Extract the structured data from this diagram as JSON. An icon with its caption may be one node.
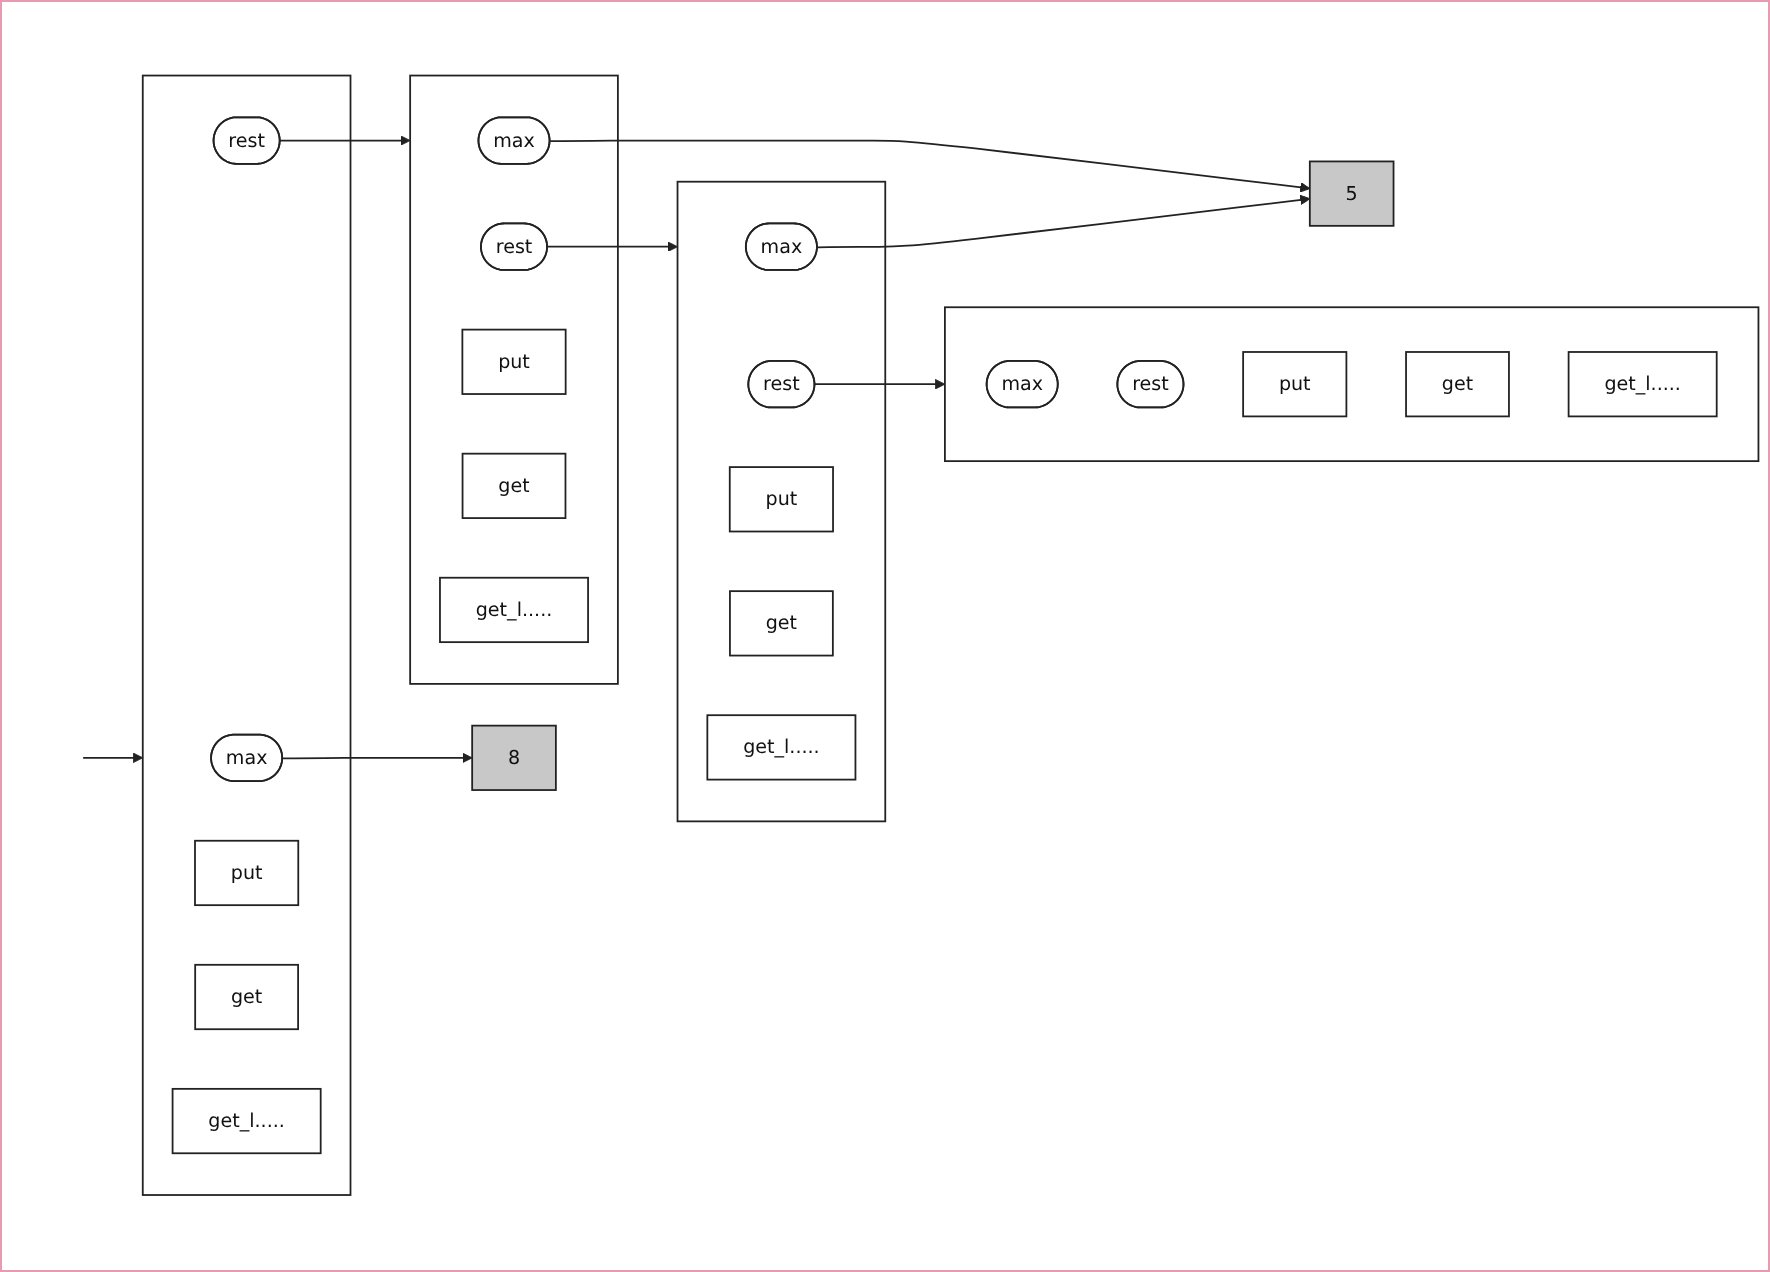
{
  "diagram": {
    "nodes": [
      {
        "text": [
          "8"
        ]
      },
      {
        "text": [
          "5"
        ]
      },
      {
        "text": [],
        "shape": "box"
      },
      {
        "text": [
          "max"
        ],
        "in": 2
      },
      {
        "text": [
          "rest"
        ],
        "in": 2
      },
      {
        "text": [
          "put"
        ],
        "in": 2
      },
      {
        "text": [
          "get"
        ],
        "in": 2
      },
      {
        "text": [
          "get_l....."
        ],
        "in": 2
      },
      {
        "text": [],
        "shape": "box"
      },
      {
        "text": [
          "max"
        ],
        "in": 8
      },
      {
        "text": [
          "rest"
        ],
        "in": 8
      },
      {
        "text": [
          "put"
        ],
        "in": 8
      },
      {
        "text": [
          "get"
        ],
        "in": 8
      },
      {
        "text": [
          "get_l....."
        ],
        "in": 8
      },
      {
        "text": [],
        "shape": "box"
      },
      {
        "text": [
          "max"
        ],
        "in": 14
      },
      {
        "text": [
          "rest"
        ],
        "in": 14
      },
      {
        "text": [
          "put"
        ],
        "in": 14
      },
      {
        "text": [
          "get"
        ],
        "in": 14
      },
      {
        "text": [
          "get_l....."
        ],
        "in": 14
      },
      {
        "text": [],
        "shape": "box"
      },
      {
        "text": [
          "max"
        ],
        "in": 20
      },
      {
        "text": [
          "rest"
        ],
        "in": 20
      },
      {
        "text": [
          "put"
        ],
        "in": 20
      },
      {
        "text": [
          "get"
        ],
        "in": 20
      },
      {
        "text": [
          "get_l....."
        ],
        "in": 20
      }
    ],
    "edges": [
      {
        "from": null,
        "to": 2,
        "arrow": "to"
      },
      {
        "from": 3,
        "to": 0,
        "arrow": "to"
      },
      {
        "from": 4,
        "to": 8,
        "arrow": "to"
      },
      {
        "from": 9,
        "to": 1,
        "arrow": "to"
      },
      {
        "from": 10,
        "to": 14,
        "arrow": "to"
      },
      {
        "from": 15,
        "to": 1,
        "arrow": "to"
      },
      {
        "from": 16,
        "to": 20,
        "arrow": "to"
      }
    ]
  }
}
